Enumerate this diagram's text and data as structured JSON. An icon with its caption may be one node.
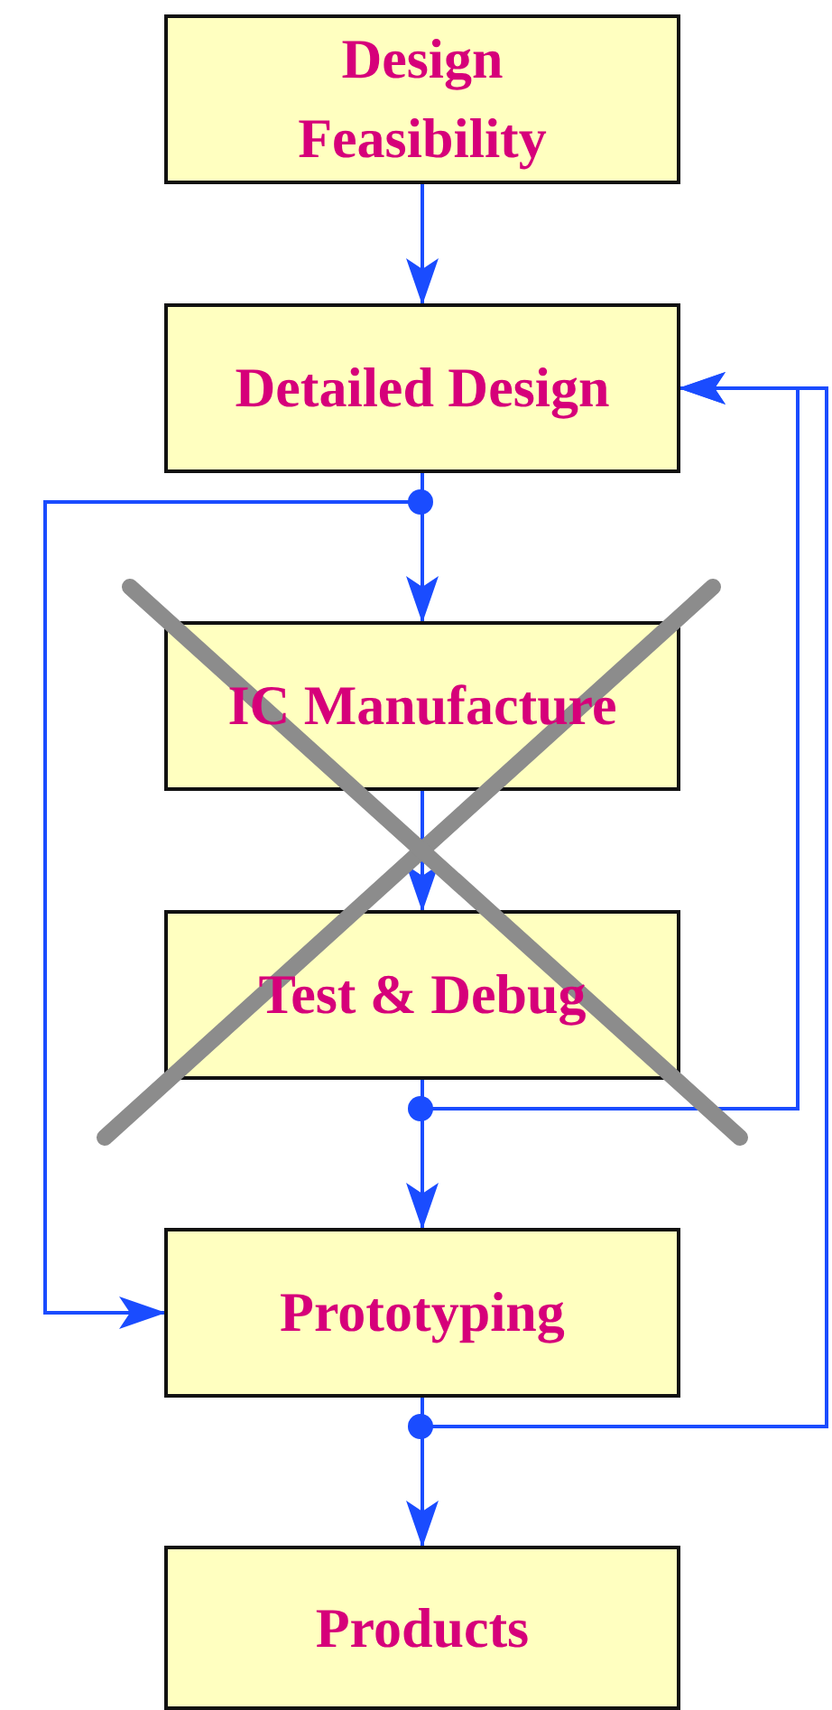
{
  "diagram": {
    "nodes": [
      {
        "text": [
          "Design Feasibility"
        ]
      },
      {
        "text": [
          "Detailed Design"
        ]
      },
      {
        "text": [
          "IC Manufacture"
        ]
      },
      {
        "text": [
          "Test & Debug"
        ]
      },
      {
        "text": [
          "Prototyping"
        ]
      },
      {
        "text": [
          "Products"
        ]
      }
    ],
    "edges": [
      {
        "from": 0,
        "to": 1,
        "arrow": "to"
      },
      {
        "from": 1,
        "to": 2,
        "arrow": "to"
      },
      {
        "from": 1,
        "to": 4,
        "arrow": "to"
      },
      {
        "from": 2,
        "to": 3,
        "arrow": "to"
      },
      {
        "from": 3,
        "to": 4,
        "arrow": "to"
      },
      {
        "from": 3,
        "to": 1,
        "arrow": "to"
      },
      {
        "from": 4,
        "to": 5,
        "arrow": "to"
      },
      {
        "from": 4,
        "to": 1,
        "arrow": "to"
      }
    ]
  }
}
